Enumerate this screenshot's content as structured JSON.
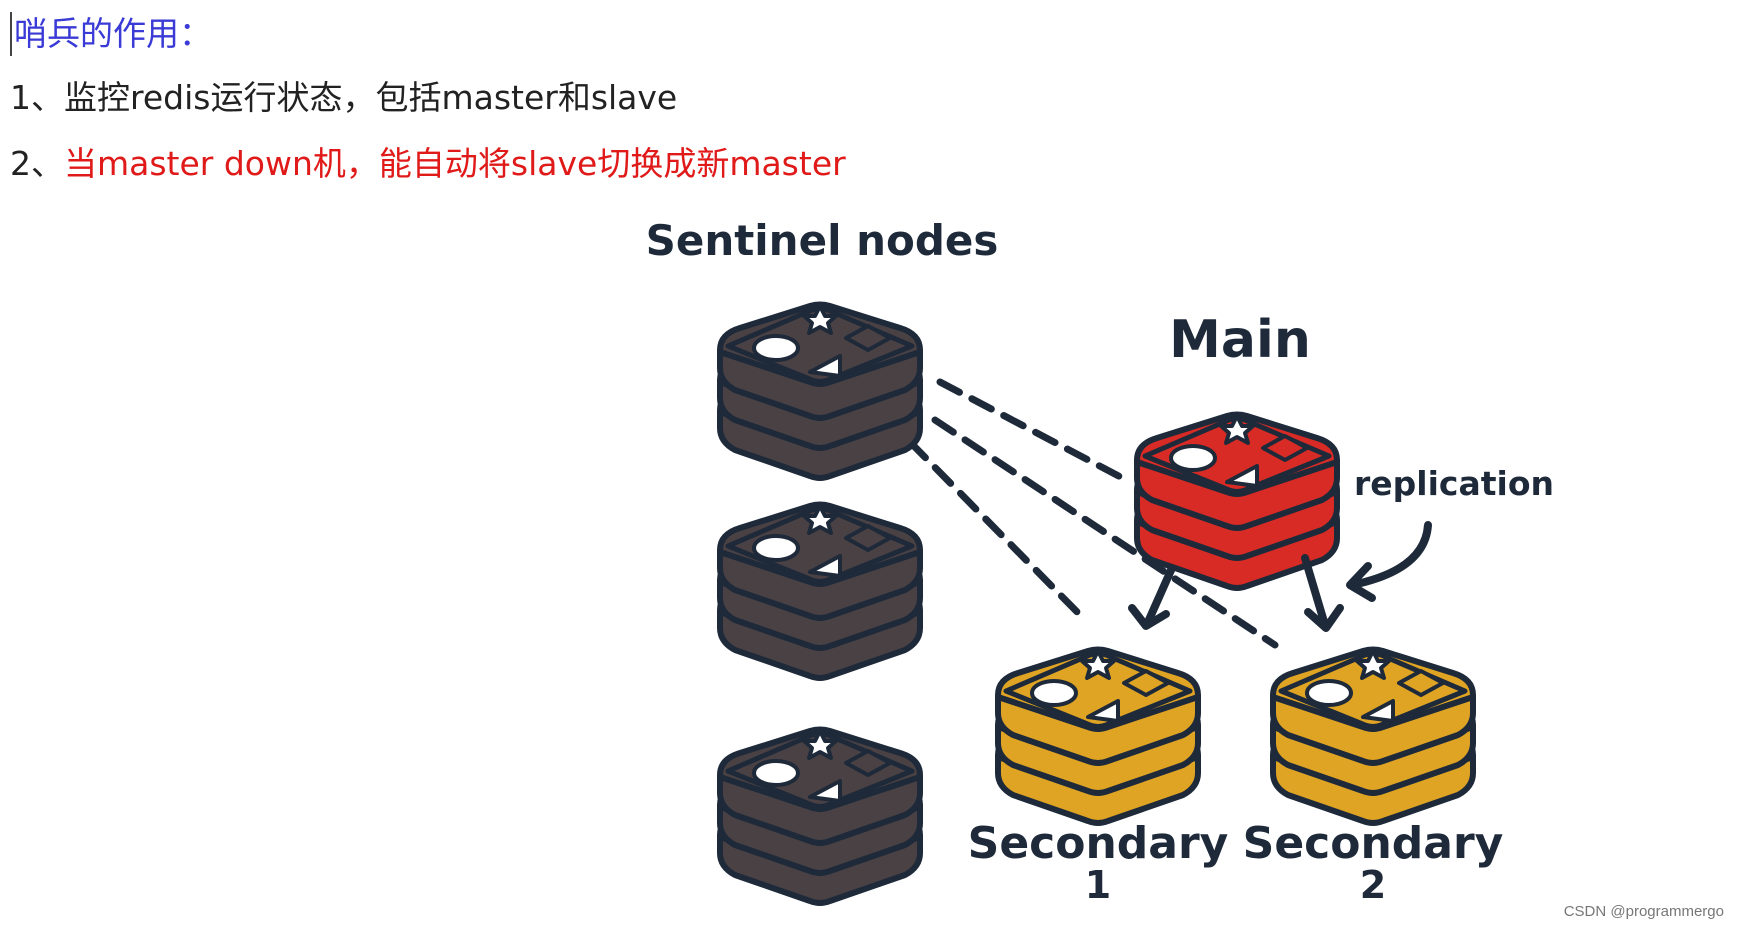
{
  "heading": "哨兵的作用：",
  "points": [
    {
      "number": "1、",
      "text": "监控redis运行状态，包括master和slave"
    },
    {
      "number": "2、",
      "text": "当master down机，能自动将slave切换成新master"
    }
  ],
  "diagram": {
    "sentinel_label": "Sentinel nodes",
    "main_label": "Main",
    "replication_label": "replication",
    "secondary1_label": "Secondary",
    "secondary1_number": "1",
    "secondary2_label": "Secondary",
    "secondary2_number": "2",
    "colors": {
      "sentinel": "#4a4144",
      "main": "#d92b25",
      "secondary": "#e0a424",
      "outline": "#1e2a3a"
    }
  },
  "watermark": "CSDN @programmergo"
}
